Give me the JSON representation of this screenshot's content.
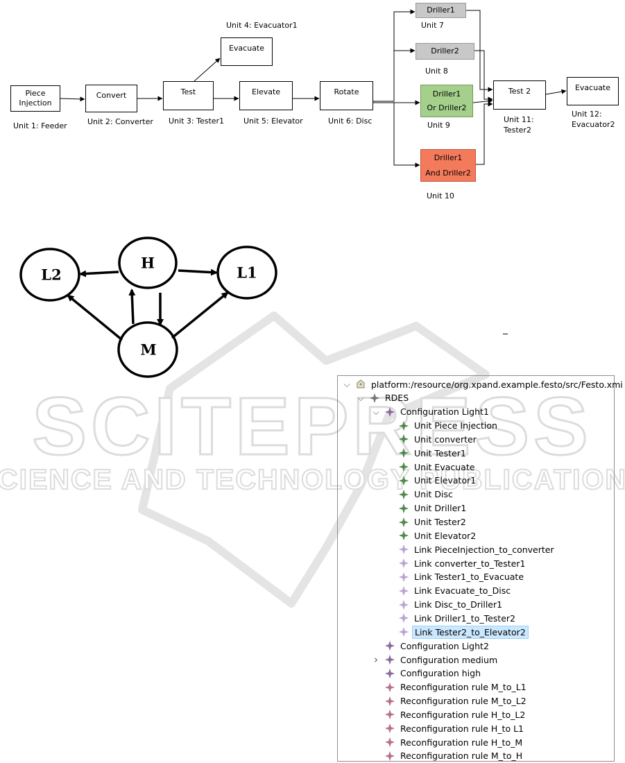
{
  "flow": {
    "units": [
      {
        "id": "feeder",
        "box": "Piece\nInjection",
        "caption": "Unit 1: Feeder",
        "style": "plain"
      },
      {
        "id": "converter",
        "box": "Convert",
        "caption": "Unit 2: Converter",
        "style": "plain"
      },
      {
        "id": "tester1",
        "box": "Test",
        "caption": "Unit 3: Tester1",
        "style": "plain"
      },
      {
        "id": "evacuator1",
        "box": "Evacuate",
        "caption": "Unit 4: Evacuator1",
        "style": "plain"
      },
      {
        "id": "elevator",
        "box": "Elevate",
        "caption": "Unit 5: Elevator",
        "style": "plain"
      },
      {
        "id": "disc",
        "box": "Rotate",
        "caption": "Unit 6: Disc",
        "style": "plain"
      },
      {
        "id": "driller1",
        "box": "Driller1",
        "caption": "Unit 7",
        "style": "grey"
      },
      {
        "id": "driller2",
        "box": "Driller2",
        "caption": "Unit 8",
        "style": "grey"
      },
      {
        "id": "unit9",
        "box": "Driller1\nOr Driller2",
        "caption": "Unit 9",
        "style": "green"
      },
      {
        "id": "unit10",
        "box": "Driller1\nAnd Driller2",
        "caption": "Unit 10",
        "style": "red"
      },
      {
        "id": "tester2",
        "box": "Test 2",
        "caption": "Unit 11:\nTester2",
        "style": "plain"
      },
      {
        "id": "evacuator2",
        "box": "Evacuate",
        "caption": "Unit 12:\nEvacuator2",
        "style": "plain"
      }
    ],
    "colors": {
      "grey": "#c8c8c8",
      "green": "#a4d08c",
      "red": "#f47a5c"
    }
  },
  "states": {
    "nodes": [
      "H",
      "L2",
      "L1",
      "M"
    ],
    "edges": [
      [
        "H",
        "L2"
      ],
      [
        "H",
        "L1"
      ],
      [
        "M",
        "L2"
      ],
      [
        "M",
        "L1"
      ],
      [
        "M",
        "H"
      ],
      [
        "H",
        "M"
      ]
    ]
  },
  "watermark": {
    "big": "SCITEPRESS",
    "small": "SCIENCE AND TECHNOLOGY PUBLICATIONS"
  },
  "tree": {
    "rows": [
      {
        "level": 0,
        "twisty": "expanded",
        "icon": "resource",
        "text": "platform:/resource/org.xpand.example.festo/src/Festo.xmi"
      },
      {
        "level": 1,
        "twisty": "expanded",
        "icon": "rdes",
        "text": "RDES"
      },
      {
        "level": 2,
        "twisty": "expanded",
        "icon": "config",
        "text": "Configuration Light1"
      },
      {
        "level": 3,
        "twisty": "none",
        "icon": "unit",
        "text": "Unit Piece Injection"
      },
      {
        "level": 3,
        "twisty": "none",
        "icon": "unit",
        "text": "Unit converter"
      },
      {
        "level": 3,
        "twisty": "none",
        "icon": "unit",
        "text": "Unit Tester1"
      },
      {
        "level": 3,
        "twisty": "none",
        "icon": "unit",
        "text": "Unit Evacuate"
      },
      {
        "level": 3,
        "twisty": "none",
        "icon": "unit",
        "text": "Unit Elevator1"
      },
      {
        "level": 3,
        "twisty": "none",
        "icon": "unit",
        "text": "Unit Disc"
      },
      {
        "level": 3,
        "twisty": "none",
        "icon": "unit",
        "text": "Unit Driller1"
      },
      {
        "level": 3,
        "twisty": "none",
        "icon": "unit",
        "text": "Unit Tester2"
      },
      {
        "level": 3,
        "twisty": "none",
        "icon": "unit",
        "text": "Unit Elevator2"
      },
      {
        "level": 3,
        "twisty": "none",
        "icon": "link",
        "text": "Link PieceInjection_to_converter"
      },
      {
        "level": 3,
        "twisty": "none",
        "icon": "link",
        "text": "Link converter_to_Tester1"
      },
      {
        "level": 3,
        "twisty": "none",
        "icon": "link",
        "text": "Link Tester1_to_Evacuate"
      },
      {
        "level": 3,
        "twisty": "none",
        "icon": "link",
        "text": "Link Evacuate_to_Disc"
      },
      {
        "level": 3,
        "twisty": "none",
        "icon": "link",
        "text": "Link Disc_to_Driller1"
      },
      {
        "level": 3,
        "twisty": "none",
        "icon": "link",
        "text": "Link Driller1_to_Tester2"
      },
      {
        "level": 3,
        "twisty": "none",
        "icon": "link",
        "text": "Link Tester2_to_Elevator2",
        "selected": true
      },
      {
        "level": 2,
        "twisty": "none",
        "icon": "config",
        "text": "Configuration Light2"
      },
      {
        "level": 2,
        "twisty": "collapsed",
        "icon": "config",
        "text": "Configuration medium"
      },
      {
        "level": 2,
        "twisty": "none",
        "icon": "config",
        "text": "Configuration high"
      },
      {
        "level": 2,
        "twisty": "none",
        "icon": "rule",
        "text": "Reconfiguration rule M_to_L1"
      },
      {
        "level": 2,
        "twisty": "none",
        "icon": "rule",
        "text": "Reconfiguration rule M_to_L2"
      },
      {
        "level": 2,
        "twisty": "none",
        "icon": "rule",
        "text": "Reconfiguration rule H_to_L2"
      },
      {
        "level": 2,
        "twisty": "none",
        "icon": "rule",
        "text": "Reconfiguration rule H_to L1"
      },
      {
        "level": 2,
        "twisty": "none",
        "icon": "rule",
        "text": "Reconfiguration rule H_to_M"
      },
      {
        "level": 2,
        "twisty": "none",
        "icon": "rule",
        "text": "Reconfiguration rule M_to_H"
      }
    ],
    "iconColors": {
      "unit": "#4f8a4a",
      "link": "#b9a6cf",
      "config": "#8b6a9a",
      "rule": "#b86f8e",
      "rdes": "#777777",
      "resource": "#8a7a50"
    }
  }
}
